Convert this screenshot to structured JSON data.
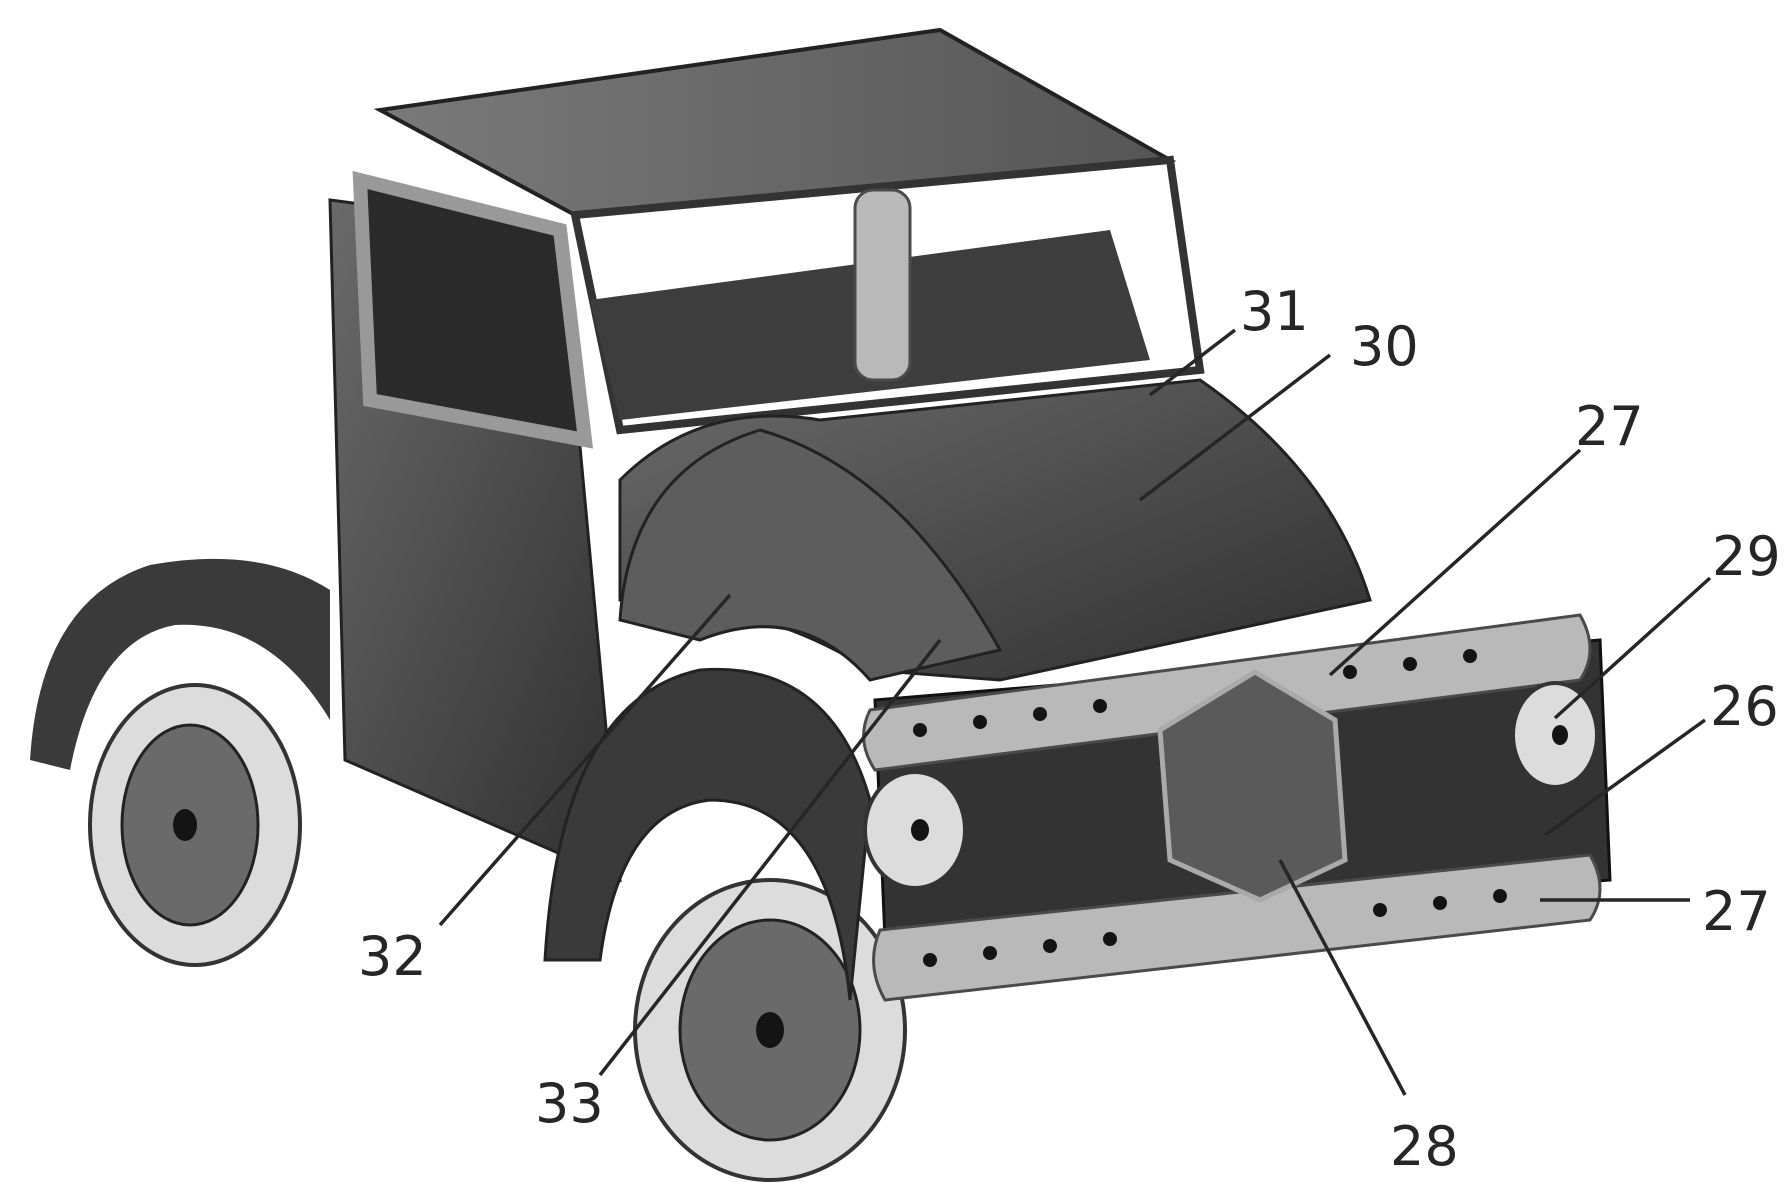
{
  "callouts": [
    {
      "id": "31",
      "label": "31"
    },
    {
      "id": "30",
      "label": "30"
    },
    {
      "id": "27-upper",
      "label": "27"
    },
    {
      "id": "29",
      "label": "29"
    },
    {
      "id": "26",
      "label": "26"
    },
    {
      "id": "27-lower",
      "label": "27"
    },
    {
      "id": "28",
      "label": "28"
    },
    {
      "id": "33",
      "label": "33"
    },
    {
      "id": "32",
      "label": "32"
    }
  ],
  "colors": {
    "background": "#ffffff",
    "ink": "#262626",
    "metal_dark": "#3a3a3a",
    "metal_strip": "#b9b9b9"
  }
}
